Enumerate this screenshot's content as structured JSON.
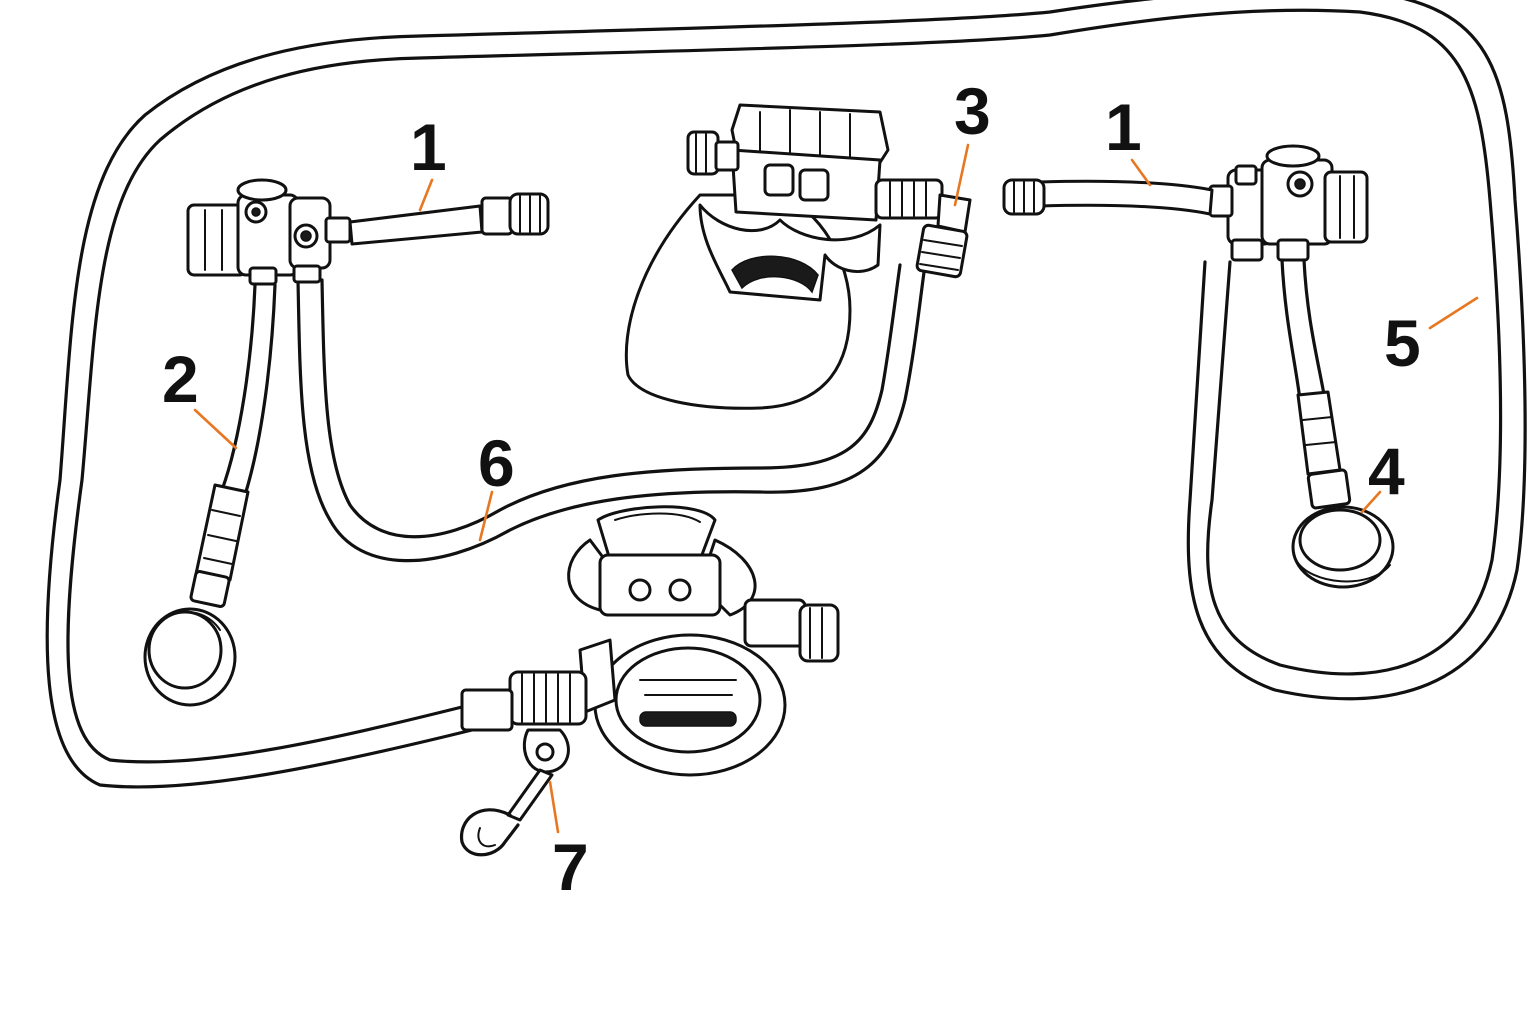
{
  "colors": {
    "line": "#111111",
    "leader": "#e87722",
    "background": "#ffffff"
  },
  "callouts": [
    {
      "id": "c1a",
      "text": "1"
    },
    {
      "id": "c1b",
      "text": "1"
    },
    {
      "id": "c2",
      "text": "2"
    },
    {
      "id": "c3",
      "text": "3"
    },
    {
      "id": "c4",
      "text": "4"
    },
    {
      "id": "c5",
      "text": "5"
    },
    {
      "id": "c6",
      "text": "6"
    },
    {
      "id": "c7",
      "text": "7"
    }
  ]
}
